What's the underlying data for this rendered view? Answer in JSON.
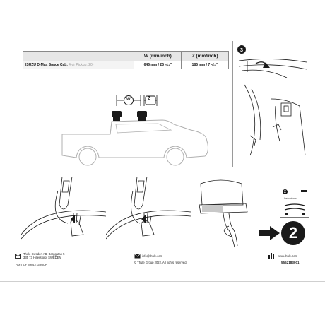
{
  "table": {
    "headers": [
      "",
      "W (mm/inch)",
      "Z (mm/inch)"
    ],
    "row": {
      "vehicle": "ISUZU D-Max Space Cab,",
      "vehicle_sub": "4-dr Pickup, 20-",
      "w_value": "646 mm / 25 ⁷⁄₁₆\"",
      "z_value": "185 mm / 7 ⁵⁄₁₆\""
    }
  },
  "diagram": {
    "label_w": "W",
    "label_z": "Z"
  },
  "steps": {
    "current": "3",
    "next": "2",
    "card_badge": "2",
    "card_label": "Instructions"
  },
  "footer": {
    "company": "Thule Sweden AB, Borggatan 5",
    "address": "335 73 Hillerstorp, SWEDEN",
    "group": "PART OF THULE GROUP",
    "email": "info@thule.com",
    "copyright": "© Thule Group 2022. All rights reserved.",
    "website": "www.thule.com",
    "doc_number": "5562183001"
  }
}
